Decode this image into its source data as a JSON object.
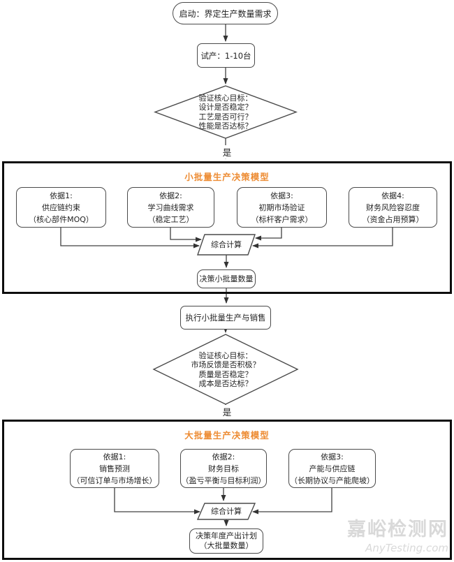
{
  "flow": {
    "start": "启动：界定生产数量需求",
    "trial": "试产：1-10台",
    "decision1": {
      "lines": [
        "验证核心目标：",
        "设计是否稳定？",
        "工艺是否可行？",
        "性能是否达标？"
      ]
    },
    "yes1": "是",
    "model1": {
      "title": "小批量生产决策模型",
      "boxes": [
        {
          "lines": [
            "依据1:",
            "供应链约束",
            "（核心部件MOQ）"
          ]
        },
        {
          "lines": [
            "依据2:",
            "学习曲线需求",
            "（稳定工艺）"
          ]
        },
        {
          "lines": [
            "依据3:",
            "初期市场验证",
            "（标杆客户需求）"
          ]
        },
        {
          "lines": [
            "依据4:",
            "财务风险容忍度",
            "（资金占用预算）"
          ]
        }
      ],
      "calc": "综合计算",
      "result": "决策小批量数量"
    },
    "execute": "执行小批量生产与销售",
    "decision2": {
      "lines": [
        "验证核心目标：",
        "市场反馈是否积极？",
        "质量是否稳定？",
        "成本是否达标？"
      ]
    },
    "yes2": "是",
    "model2": {
      "title": "大批量生产决策模型",
      "boxes": [
        {
          "lines": [
            "依据1:",
            "销售预测",
            "（可信订单与市场增长）"
          ]
        },
        {
          "lines": [
            "依据2:",
            "财务目标",
            "（盈亏平衡与目标利润）"
          ]
        },
        {
          "lines": [
            "依据3:",
            "产能与供应链",
            "（长期协议与产能爬坡）"
          ]
        }
      ],
      "calc": "综合计算",
      "result_lines": [
        "决策年度产出计划",
        "（大批量数量）"
      ]
    }
  },
  "watermark": {
    "cn": "嘉峪检测网",
    "en": "AnyTesting.com"
  },
  "colors": {
    "accent_orange": "#ED8B32",
    "container_border": "#0d0d0d",
    "shape_border": "#4a4a4a",
    "connector_line": "#404040",
    "text": "#1f1f1f",
    "watermark": "#d9d9d9",
    "background": "#ffffff"
  }
}
